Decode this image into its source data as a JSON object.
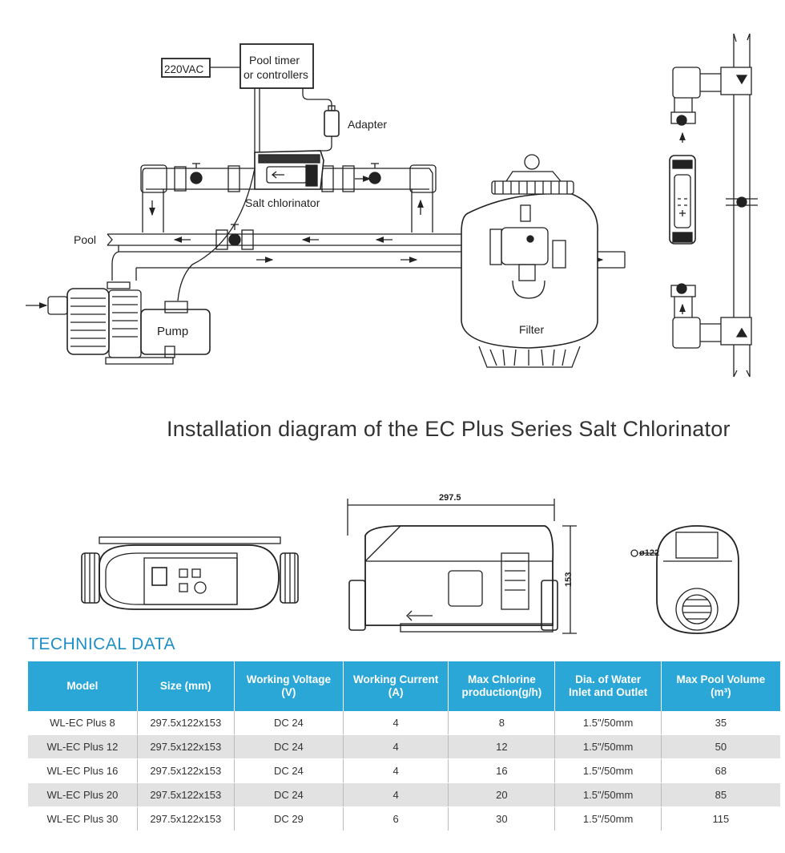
{
  "diagram": {
    "power_label": "220VAC",
    "timer_label_line1": "Pool timer",
    "timer_label_line2": "or controllers",
    "adapter_label": "Adapter",
    "chlorinator_label": "Salt chlorinator",
    "pool_label": "Pool",
    "pump_label": "Pump",
    "filter_label": "Filter"
  },
  "caption": "Installation diagram of the EC Plus Series Salt Chlorinator",
  "dimensions": {
    "length": "297.5",
    "height": "153",
    "diameter": "ø122"
  },
  "technical": {
    "title": "TECHNICAL DATA",
    "headers": [
      {
        "line1": "Model",
        "line2": ""
      },
      {
        "line1": "Size (mm)",
        "line2": ""
      },
      {
        "line1": "Working Voltage",
        "line2": "(V)"
      },
      {
        "line1": "Working Current",
        "line2": "(A)"
      },
      {
        "line1": "Max Chlorine",
        "line2": "production(g/h)"
      },
      {
        "line1": "Dia. of Water",
        "line2": "Inlet and Outlet"
      },
      {
        "line1": "Max Pool Volume",
        "line2": "(m³)"
      }
    ],
    "rows": [
      [
        "WL-EC Plus 8",
        "297.5x122x153",
        "DC 24",
        "4",
        "8",
        "1.5\"/50mm",
        "35"
      ],
      [
        "WL-EC Plus 12",
        "297.5x122x153",
        "DC 24",
        "4",
        "12",
        "1.5\"/50mm",
        "50"
      ],
      [
        "WL-EC Plus 16",
        "297.5x122x153",
        "DC 24",
        "4",
        "16",
        "1.5\"/50mm",
        "68"
      ],
      [
        "WL-EC Plus 20",
        "297.5x122x153",
        "DC 24",
        "4",
        "20",
        "1.5\"/50mm",
        "85"
      ],
      [
        "WL-EC Plus 30",
        "297.5x122x153",
        "DC 29",
        "6",
        "30",
        "1.5\"/50mm",
        "115"
      ]
    ]
  }
}
